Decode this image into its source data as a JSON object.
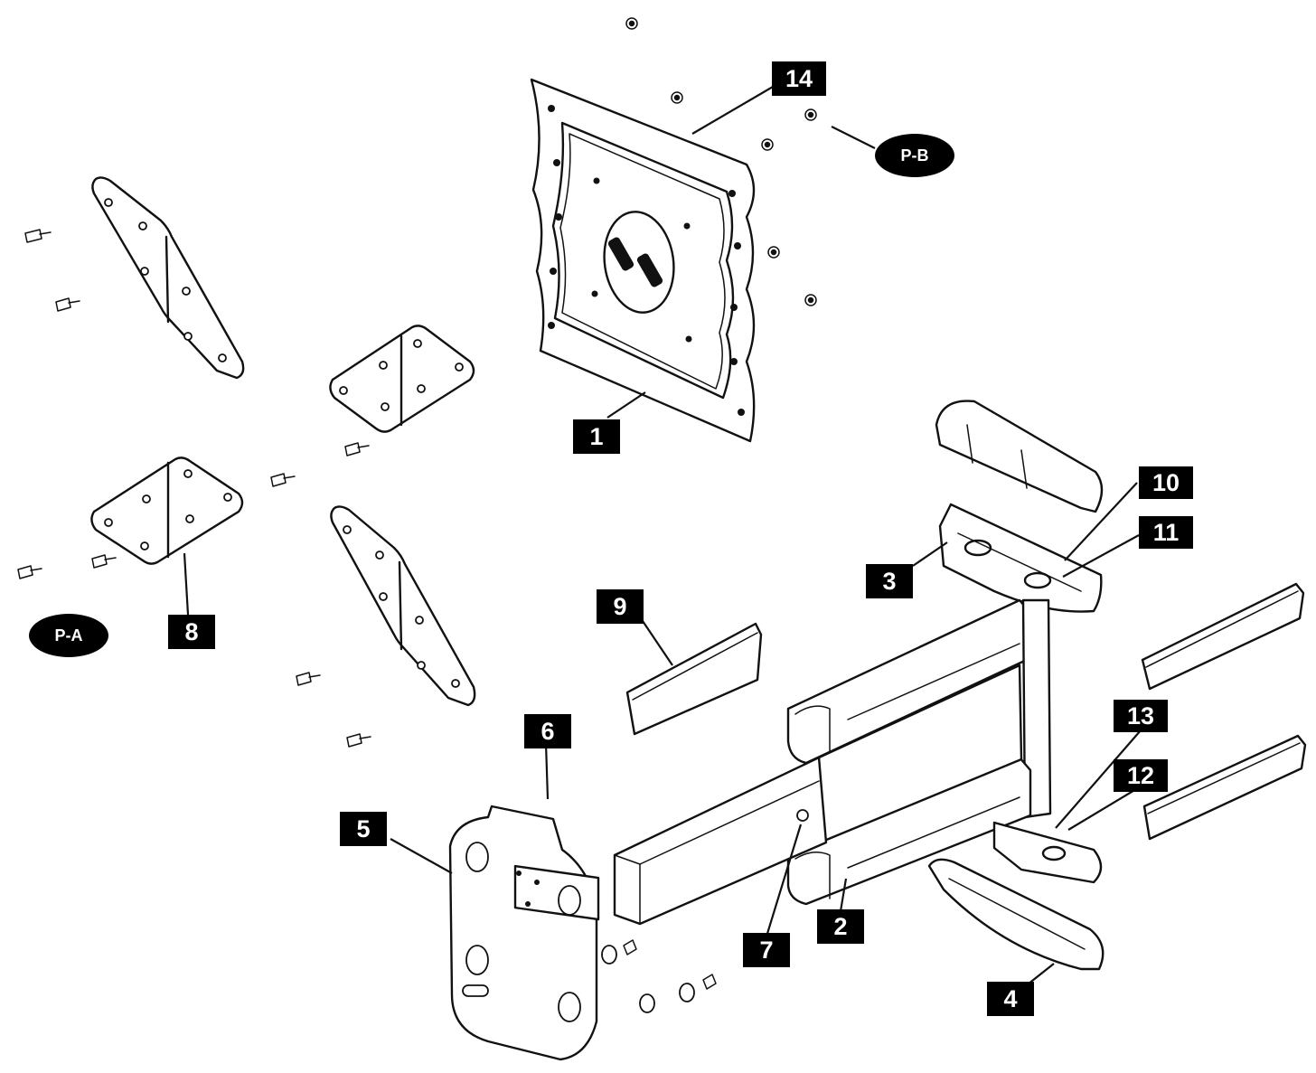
{
  "diagram": {
    "callouts": [
      {
        "id": "1",
        "label": "1"
      },
      {
        "id": "2",
        "label": "2"
      },
      {
        "id": "3",
        "label": "3"
      },
      {
        "id": "4",
        "label": "4"
      },
      {
        "id": "5",
        "label": "5"
      },
      {
        "id": "6",
        "label": "6"
      },
      {
        "id": "7",
        "label": "7"
      },
      {
        "id": "8",
        "label": "8"
      },
      {
        "id": "9",
        "label": "9"
      },
      {
        "id": "10",
        "label": "10"
      },
      {
        "id": "11",
        "label": "11"
      },
      {
        "id": "12",
        "label": "12"
      },
      {
        "id": "13",
        "label": "13"
      },
      {
        "id": "14",
        "label": "14"
      }
    ],
    "packs": [
      {
        "id": "pa",
        "label": "P-A"
      },
      {
        "id": "pb",
        "label": "P-B"
      }
    ],
    "colors": {
      "line": "#111111",
      "tag_bg": "#000000",
      "tag_text": "#ffffff",
      "background": "#ffffff"
    }
  }
}
